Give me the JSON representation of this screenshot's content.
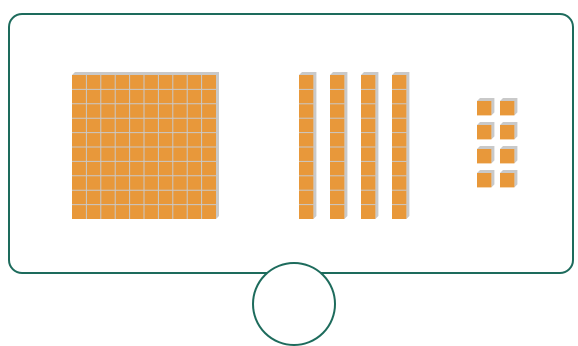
{
  "blocks": {
    "hundreds": 1,
    "tens": 4,
    "ones": 8
  },
  "colors": {
    "block_fill": "#e8983a",
    "block_shade": "#c9c9c9",
    "block_line": "#c9c9c9",
    "border": "#1d6b5c"
  },
  "answer_circle": {
    "value": ""
  }
}
